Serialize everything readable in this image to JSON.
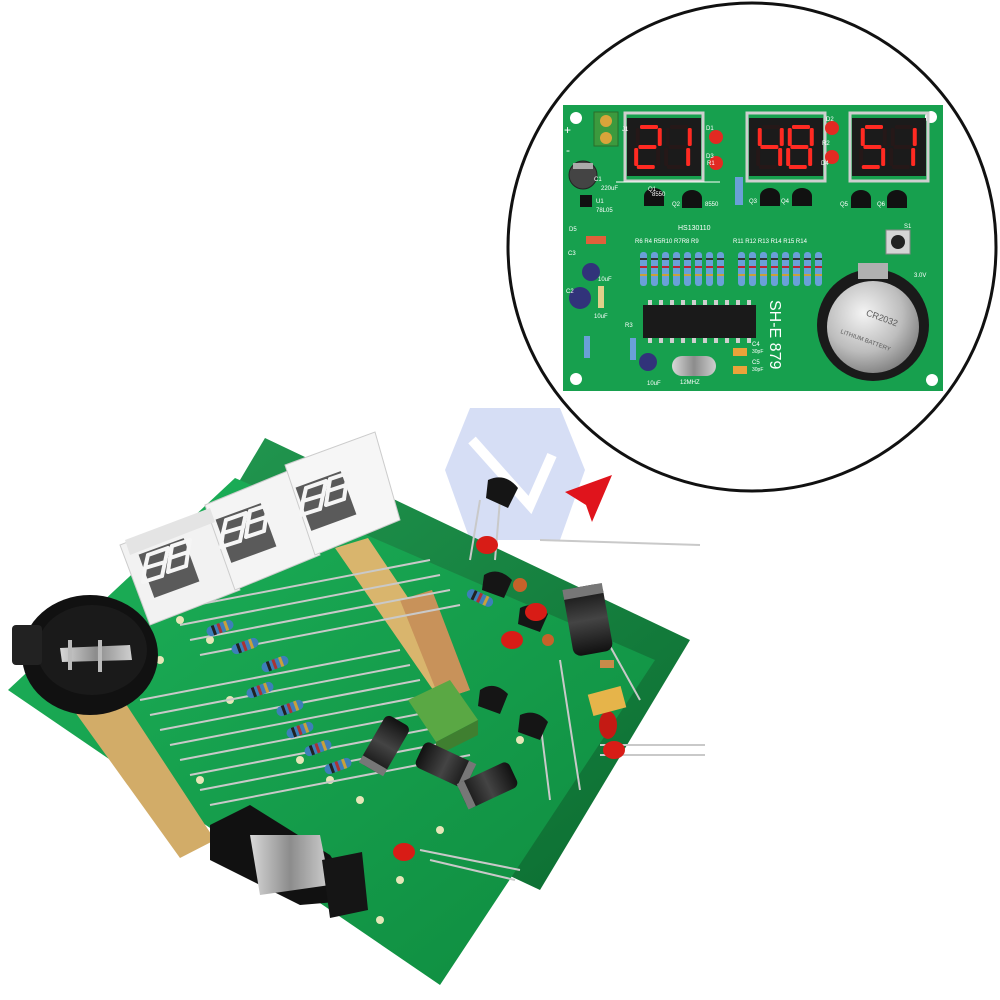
{
  "product_photo": {
    "inset_board": {
      "display_groups": [
        {
          "digits": "21"
        },
        {
          "digits": "48"
        },
        {
          "digits": "51"
        }
      ],
      "silkscreen": {
        "plus": "+",
        "minus": "-",
        "j1": "J1",
        "c1": "C1",
        "cap_220": "220uF",
        "u1": "U1",
        "reg": "78L05",
        "d1": "D1",
        "d2": "D2",
        "d3": "D3",
        "d4": "D4",
        "d5": "D5",
        "r1": "R1",
        "r2": "R2",
        "r3": "R3",
        "q1": "Q1",
        "q2": "Q2",
        "q3": "Q3",
        "q4": "Q4",
        "q5": "Q5",
        "q6": "Q6",
        "tr_8550": "8550",
        "tr_8550b": "8550",
        "ic_name": "HS130110",
        "res_left_row": "R6 R4 R5R10 R7R8 R9",
        "res_right_row": "R11 R12 R13 R14 R15 R14",
        "s1": "S1",
        "volt": "3.0V",
        "c2": "C2",
        "c3": "C3",
        "c4": "C4",
        "c5": "C5",
        "cap_10a": "10uF",
        "cap_10b": "10uF",
        "cap_10c": "10uF",
        "cap_30a": "30pF",
        "cap_30b": "30pF",
        "crystal": "12MHZ",
        "model": "SH-E 879",
        "coin_cell": "CR2032",
        "coin_sub": "LITHIUM BATTERY"
      }
    },
    "pointer_color": "#e0141c",
    "pcb_color": "#17a04e",
    "led_red": "#ff2a22"
  }
}
